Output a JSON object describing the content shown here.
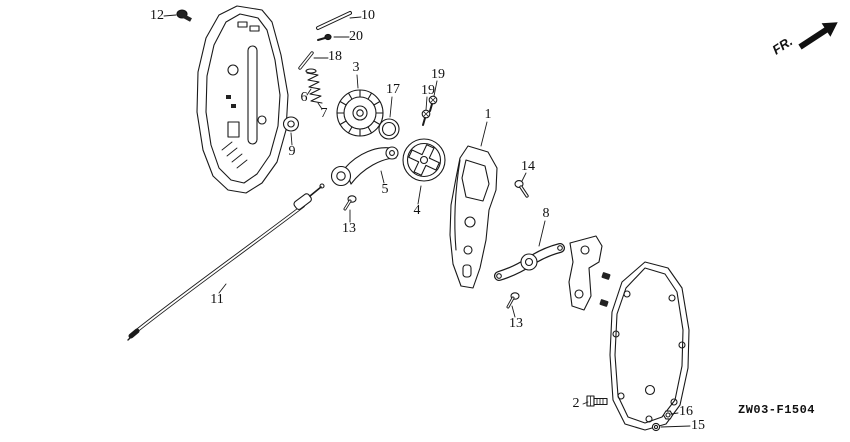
{
  "figure": {
    "code": "ZW03-F1504",
    "direction_label": "FR.",
    "callouts": [
      {
        "id": "c12",
        "label": "12"
      },
      {
        "id": "c10",
        "label": "10"
      },
      {
        "id": "c20",
        "label": "20"
      },
      {
        "id": "c18",
        "label": "18"
      },
      {
        "id": "c3",
        "label": "3"
      },
      {
        "id": "c6",
        "label": "6"
      },
      {
        "id": "c7",
        "label": "7"
      },
      {
        "id": "c9",
        "label": "9"
      },
      {
        "id": "c17",
        "label": "17"
      },
      {
        "id": "c19a",
        "label": "19"
      },
      {
        "id": "c19b",
        "label": "19"
      },
      {
        "id": "c5",
        "label": "5"
      },
      {
        "id": "c4",
        "label": "4"
      },
      {
        "id": "c1",
        "label": "1"
      },
      {
        "id": "c14",
        "label": "14"
      },
      {
        "id": "c13a",
        "label": "13"
      },
      {
        "id": "c8",
        "label": "8"
      },
      {
        "id": "c13b",
        "label": "13"
      },
      {
        "id": "c11",
        "label": "11"
      },
      {
        "id": "c2",
        "label": "2"
      },
      {
        "id": "c16",
        "label": "16"
      },
      {
        "id": "c15",
        "label": "15"
      }
    ]
  }
}
